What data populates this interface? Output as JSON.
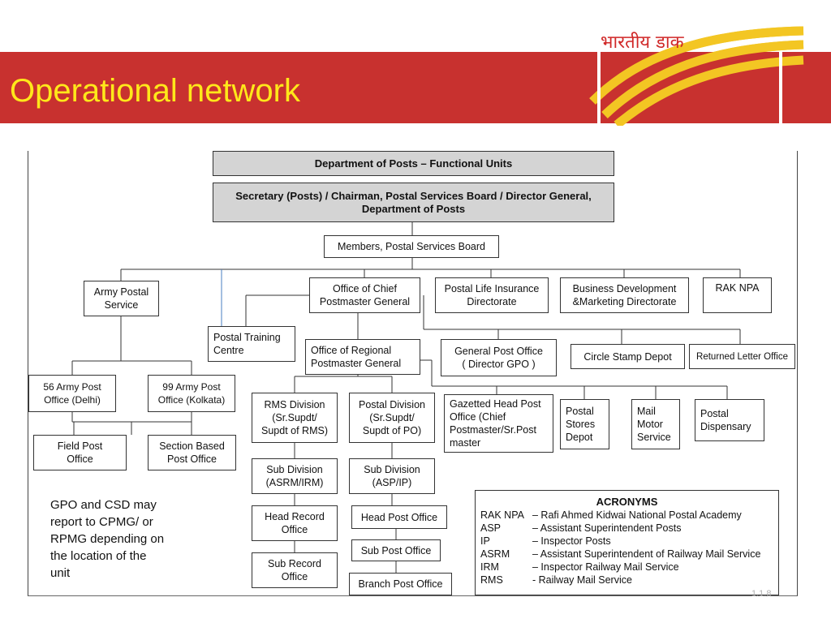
{
  "header": {
    "title": "Operational network",
    "logo_text": "भारतीय डाक"
  },
  "colors": {
    "banner": "#c8312f",
    "title": "#ffe81a",
    "box_gray": "#d4d4d4"
  },
  "chart": {
    "title": "Department of Posts – Functional Units",
    "top": "Secretary (Posts) / Chairman, Postal Services Board / Director General,\nDepartment of Posts",
    "board": "Members, Postal Services Board",
    "army": "Army Postal\nService",
    "cpmg": "Office of Chief\nPostmaster General",
    "pli": "Postal Life Insurance\nDirectorate",
    "bd": "Business Development\n&Marketing Directorate",
    "raknpa": "RAK NPA",
    "ptc": "Postal Training\nCentre",
    "rpmg": "Office of Regional\nPostmaster General",
    "gpo": "General Post Office\n( Director GPO )",
    "csd": "Circle Stamp Depot",
    "rlo": "Returned Letter Office",
    "army56": "56 Army Post\nOffice (Delhi)",
    "army99": "99 Army Post\nOffice (Kolkata)",
    "rms": "RMS Division\n(Sr.Supdt/\nSupdt of RMS)",
    "postal_div": "Postal Division\n(Sr.Supdt/\nSupdt of PO)",
    "ghpo": "Gazetted Head Post\nOffice (Chief\nPostmaster/Sr.Post\nmaster",
    "psd": "Postal\nStores\nDepot",
    "mms": "Mail\nMotor\nService",
    "pd": "Postal\nDispensary",
    "fpo": "Field Post\nOffice",
    "sbpo": "Section Based\nPost Office",
    "sub_rms": "Sub Division\n(ASRM/IRM)",
    "sub_po": "Sub Division\n(ASP/IP)",
    "hro": "Head Record\nOffice",
    "hpo": "Head Post Office",
    "sro": "Sub Record\nOffice",
    "spo": "Sub Post Office",
    "bpo": "Branch Post Office"
  },
  "note": "GPO and CSD may\nreport to CPMG/ or\nRPMG depending on\nthe location of the\nunit",
  "acronyms": {
    "title": "ACRONYMS",
    "items": [
      {
        "key": "RAK NPA",
        "value": "– Rafi Ahmed Kidwai National Postal Academy"
      },
      {
        "key": "ASP",
        "value": "– Assistant Superintendent Posts"
      },
      {
        "key": "IP",
        "value": "– Inspector Posts"
      },
      {
        "key": "ASRM",
        "value": "– Assistant Superintendent of Railway Mail Service"
      },
      {
        "key": "IRM",
        "value": "– Inspector Railway Mail Service"
      },
      {
        "key": "RMS",
        "value": "- Railway Mail Service"
      }
    ]
  },
  "slide_number": "1.1.8"
}
